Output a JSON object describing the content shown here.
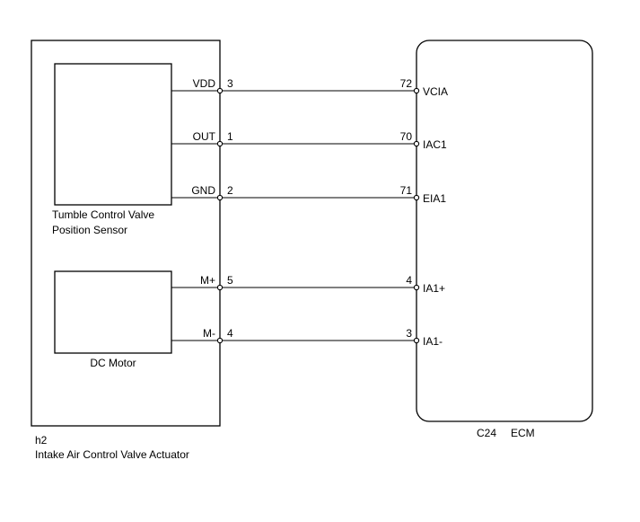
{
  "actuator": {
    "connector": "h2",
    "name": "Intake Air Control Valve Actuator",
    "sensor_label_line1": "Tumble Control Valve",
    "sensor_label_line2": "Position Sensor",
    "motor_label": "DC Motor"
  },
  "ecm": {
    "connector": "C24",
    "name": "ECM"
  },
  "wires": [
    {
      "left_signal": "VDD",
      "left_pin": "3",
      "right_pin": "72",
      "right_signal": "VCIA"
    },
    {
      "left_signal": "OUT",
      "left_pin": "1",
      "right_pin": "70",
      "right_signal": "IAC1"
    },
    {
      "left_signal": "GND",
      "left_pin": "2",
      "right_pin": "71",
      "right_signal": "EIA1"
    },
    {
      "left_signal": "M+",
      "left_pin": "5",
      "right_pin": "4",
      "right_signal": "IA1+"
    },
    {
      "left_signal": "M-",
      "left_pin": "4",
      "right_pin": "3",
      "right_signal": "IA1-"
    }
  ]
}
